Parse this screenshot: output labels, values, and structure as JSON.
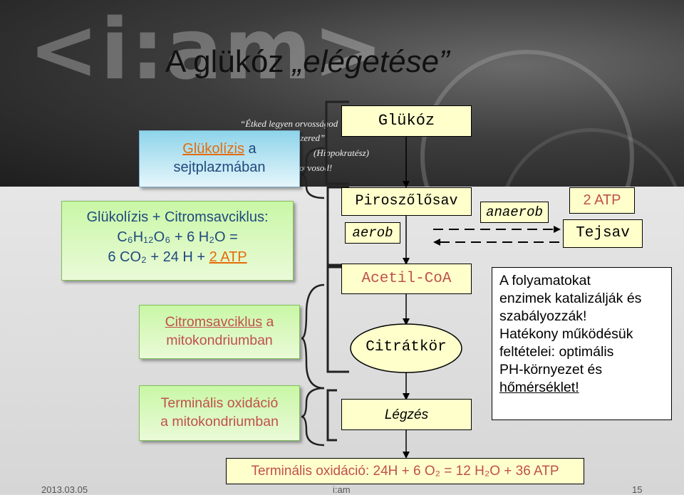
{
  "title": {
    "part1": "A glükóz ",
    "part2": "„elégetése”"
  },
  "logo": "<i:am>",
  "quote": {
    "line1": "“Étked legyen orvosságod",
    "line2": "gyszered”",
    "line3": "(Hippokratész)",
    "line4": "orvosod!"
  },
  "left_boxes": {
    "glycolysis": {
      "label": "Glükolízis",
      "suffix": " a",
      "line2": "sejtplazmában"
    },
    "summary": {
      "line1": "Glükolízis + Citromsavciklus:",
      "line2": "C₆H₁₂O₆ + 6 H₂O =",
      "line3_pre": "6 CO₂ + 24 H + ",
      "line3_atp": "2 ATP"
    },
    "citric": {
      "label": "Citromsavciklus",
      "suffix": " a",
      "line2": "mitokondriumban"
    },
    "terminal": {
      "line1": "Terminális oxidáció",
      "line2": "a mitokondriumban"
    }
  },
  "flow": {
    "glucose": "Glükóz",
    "pyruvate": "Piroszőlősav",
    "aerob": "aerob",
    "anaerob": "anaerob",
    "atp": "2 ATP",
    "lactate": "Tejsav",
    "acetyl": "Acetil-CoA",
    "citrate_cycle": "Citrátkör",
    "respiration": "Légzés"
  },
  "info": {
    "line1": "A folyamatokat",
    "line2": "enzimek katalizálják és",
    "line3": "szabályozzák!",
    "line4": "Hatékony működésük",
    "line5": "feltételei: optimális",
    "line6": "PH-környezet és",
    "line7": "hőmérséklet!"
  },
  "bottom_equation": "Terminális oxidáció: 24H + 6 O₂ = 12 H₂O + 36 ATP",
  "footer": {
    "date": "2013.03.05",
    "center": "i:am",
    "page": "15"
  },
  "colors": {
    "accent_orange": "#e36c09",
    "accent_red": "#c0504d",
    "text_blue": "#1f497d"
  }
}
